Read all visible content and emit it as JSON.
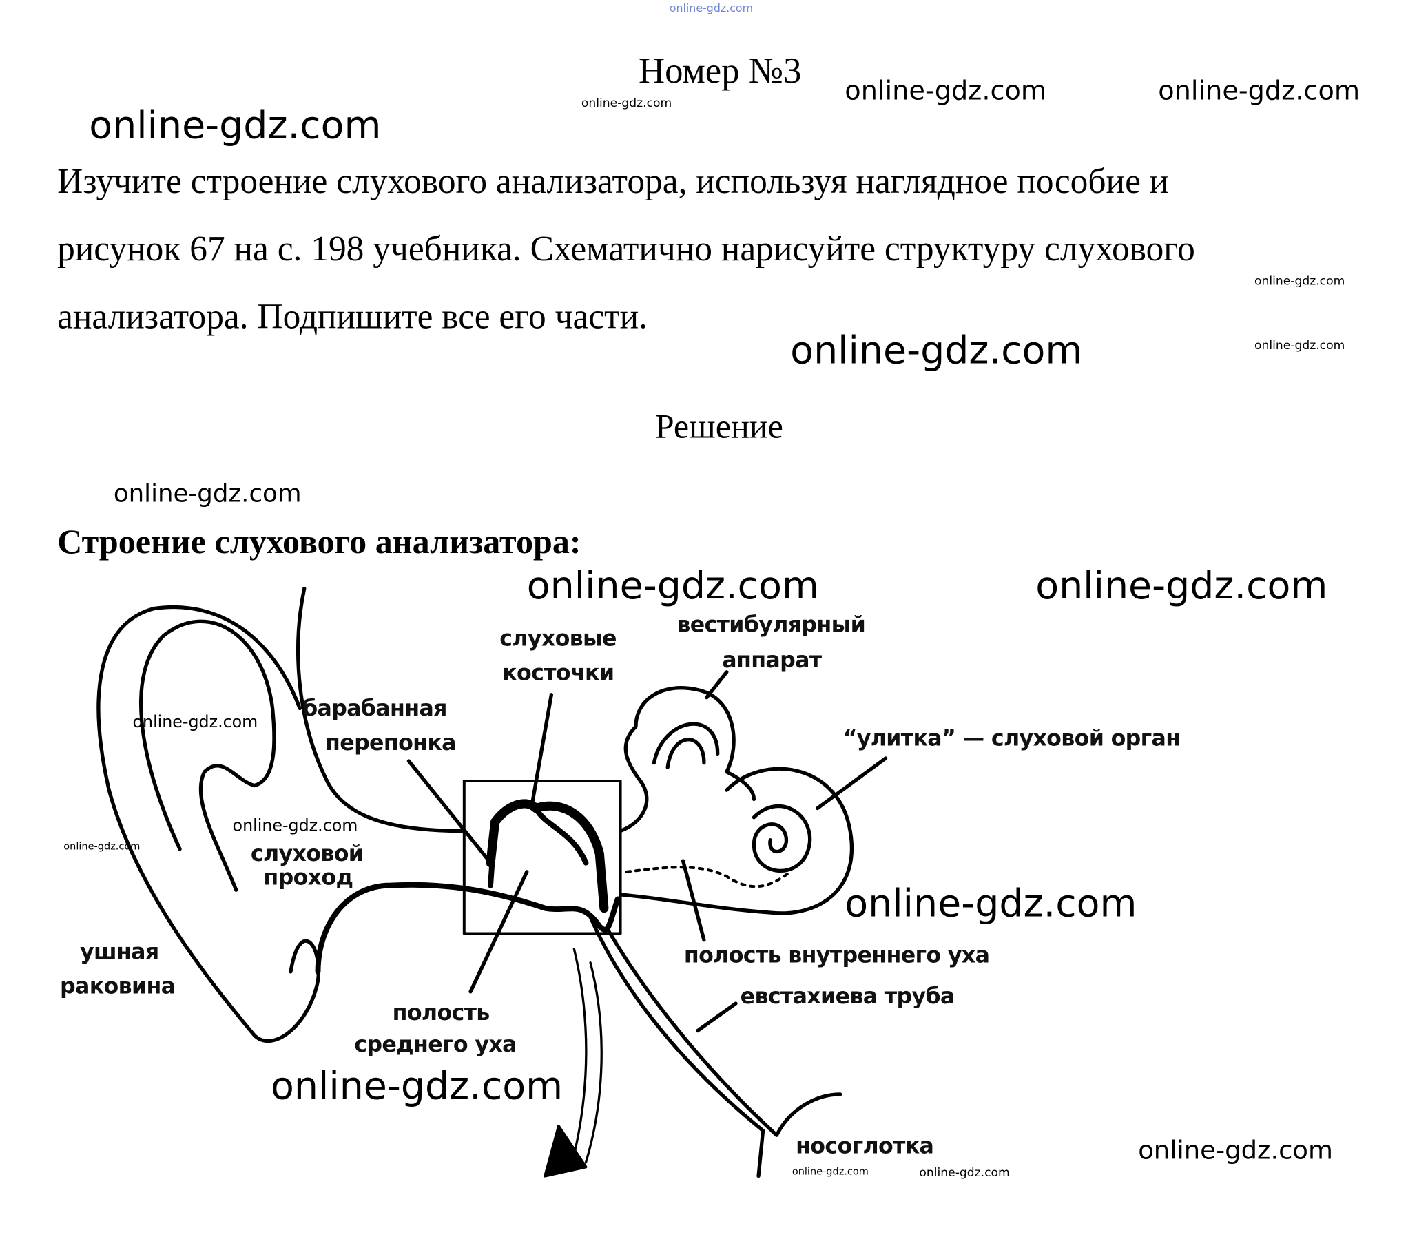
{
  "header": {
    "title": "Номер №3"
  },
  "task": {
    "lines": [
      "Изучите строение слухового анализатора, используя наглядное пособие и",
      "рисунок 67 на с. 198 учебника. Схематично нарисуйте структуру слухового",
      "анализатора. Подпишите все его части."
    ]
  },
  "solution": {
    "heading": "Решение",
    "subheading": "Строение слухового анализатора:"
  },
  "diagram": {
    "labels": {
      "vestibular_1": "вестибулярный",
      "vestibular_2": "аппарат",
      "ossicles_1": "слуховые",
      "ossicles_2": "косточки",
      "eardrum_1": "барабанная",
      "eardrum_2": "перепонка",
      "cochlea": "“улитка” — слуховой орган",
      "canal_1": "слуховой",
      "canal_2": "проход",
      "auricle_1": "ушная",
      "auricle_2": "раковина",
      "inner_cavity": "полость внутреннего уха",
      "eustachian": "евстахиева труба",
      "middle_cavity_1": "полость",
      "middle_cavity_2": "среднего уха",
      "nasopharynx": "носоглотка"
    }
  },
  "watermark": "online-gdz.com",
  "colors": {
    "top_watermark": "#6f86d6",
    "text": "#000000"
  }
}
